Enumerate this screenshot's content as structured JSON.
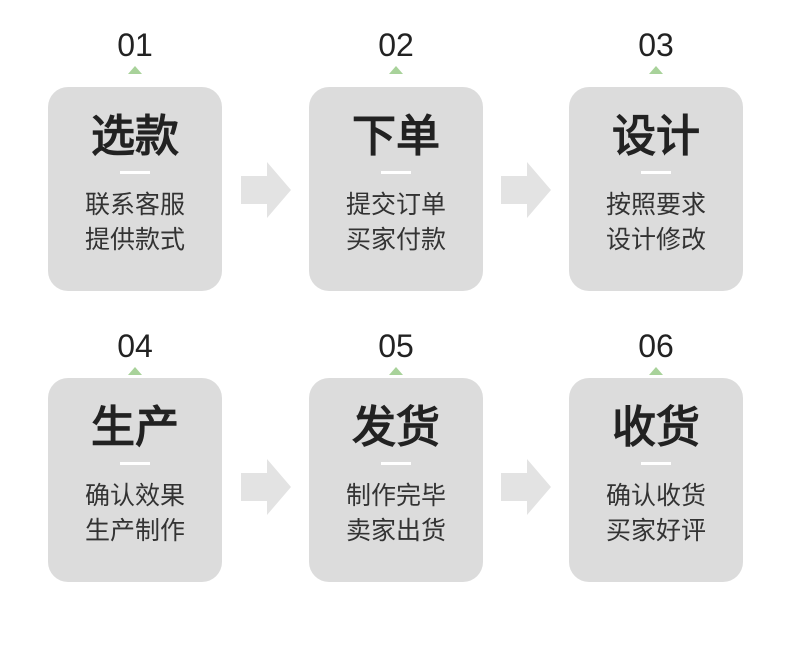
{
  "steps": [
    {
      "num": "01",
      "title": "选款",
      "lines": [
        "联系客服",
        "提供款式"
      ]
    },
    {
      "num": "02",
      "title": "下单",
      "lines": [
        "提交订单",
        "买家付款"
      ]
    },
    {
      "num": "03",
      "title": "设计",
      "lines": [
        "按照要求",
        "设计修改"
      ]
    },
    {
      "num": "04",
      "title": "生产",
      "lines": [
        "确认效果",
        "生产制作"
      ]
    },
    {
      "num": "05",
      "title": "发货",
      "lines": [
        "制作完毕",
        "卖家出货"
      ]
    },
    {
      "num": "06",
      "title": "收货",
      "lines": [
        "确认收货",
        "买家好评"
      ]
    }
  ],
  "colors": {
    "card_bg": "#dcdcdc",
    "marker": "#a8d29a",
    "arrow": "#e3e3e3",
    "text_dark": "#222222"
  },
  "icons": {
    "marker": "triangle-up-icon",
    "connector": "right-arrow-icon"
  }
}
